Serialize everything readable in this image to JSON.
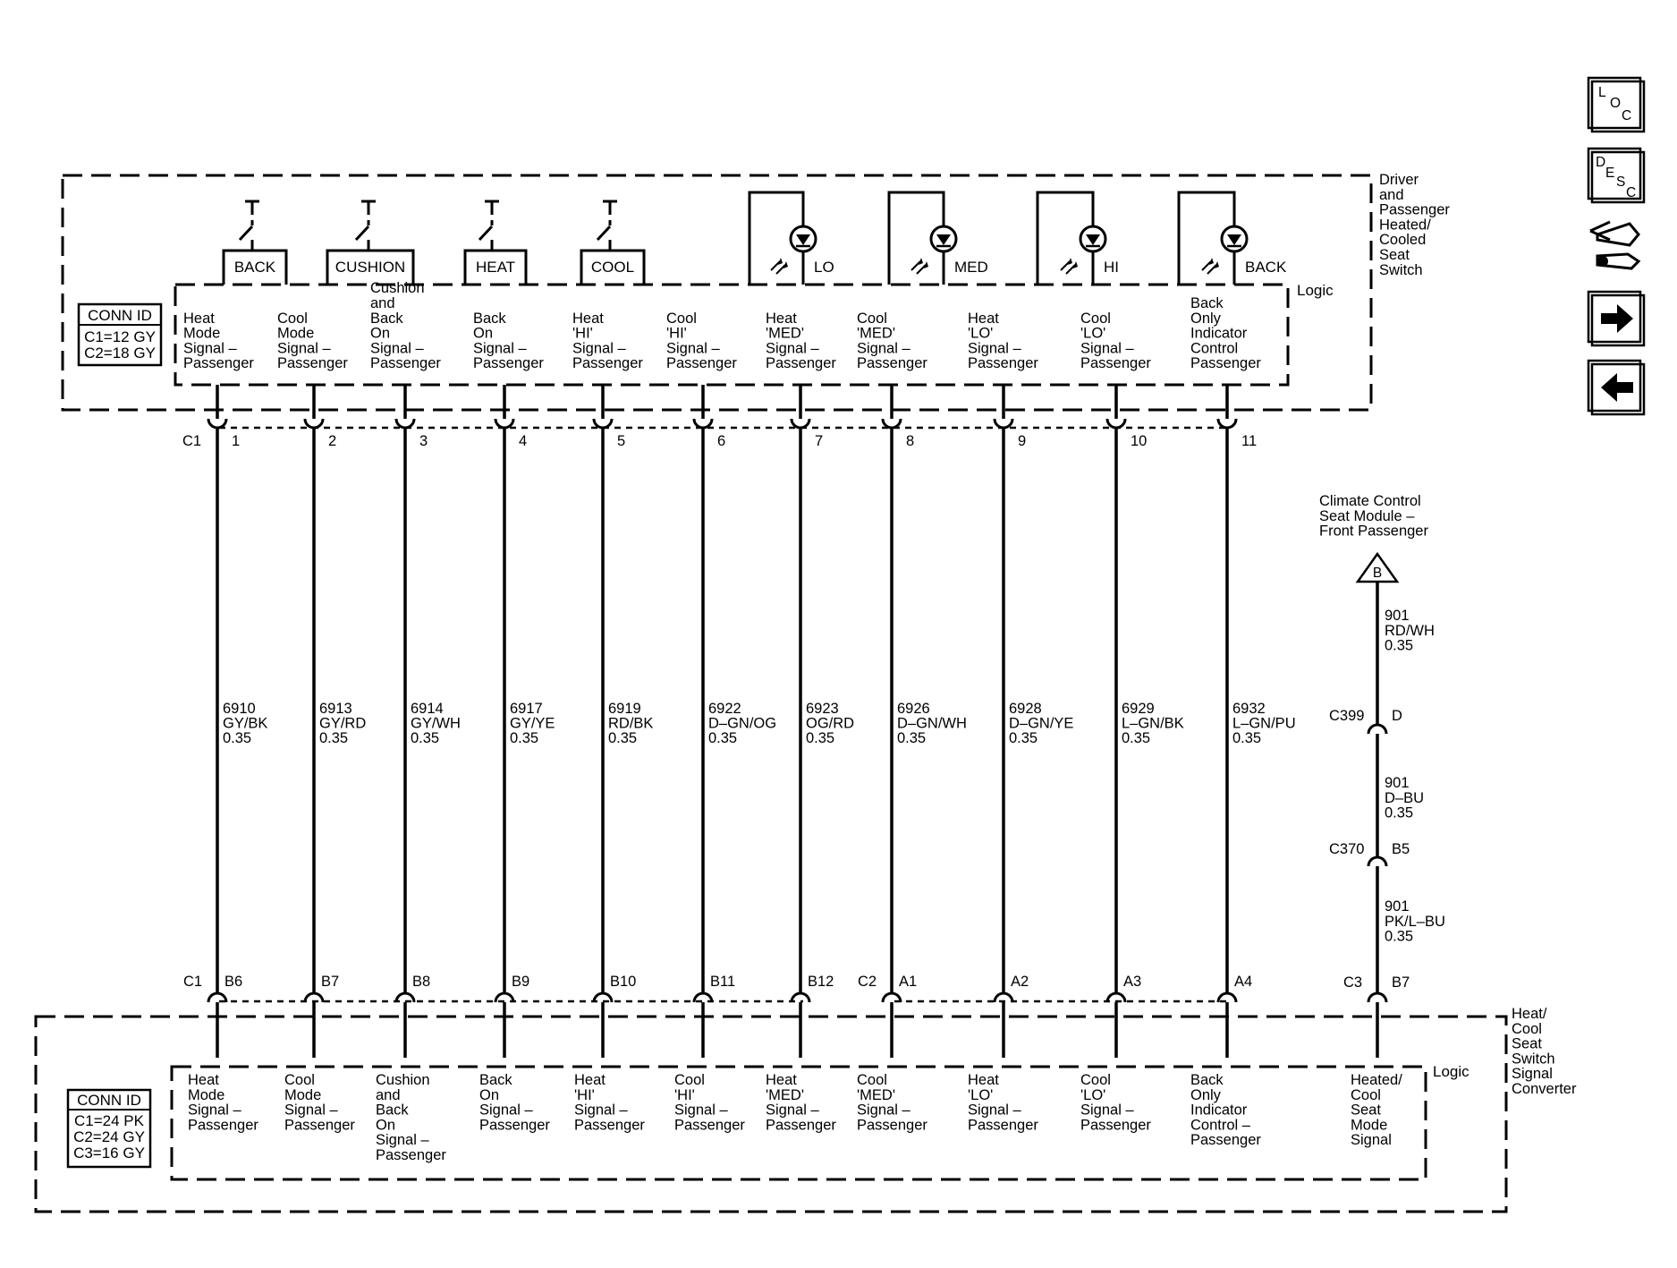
{
  "nav_icons": [
    {
      "name": "loc-icon",
      "letters": [
        "L",
        "O",
        "C"
      ]
    },
    {
      "name": "desc-icon",
      "letters": [
        "D",
        "E",
        "S",
        "C"
      ]
    },
    {
      "name": "harness-icon"
    },
    {
      "name": "arrow-right-icon",
      "glyph": "→"
    },
    {
      "name": "arrow-left-icon",
      "glyph": "←"
    }
  ],
  "top_component": {
    "title_lines": [
      "Driver",
      "and",
      "Passenger",
      "Heated/",
      "Cooled",
      "Seat",
      "Switch"
    ],
    "logic_label": "Logic",
    "conn_id": {
      "title": "CONN ID",
      "lines": [
        "C1=12 GY",
        "C2=18 GY"
      ]
    },
    "switches": [
      "BACK",
      "CUSHION",
      "HEAT",
      "COOL"
    ],
    "indicators": [
      "LO",
      "MED",
      "HI",
      "BACK"
    ],
    "connector": "C1"
  },
  "bottom_component": {
    "title_lines": [
      "Heat/",
      "Cool",
      "Seat",
      "Switch",
      "Signal",
      "Converter"
    ],
    "logic_label": "Logic",
    "conn_id": {
      "title": "CONN ID",
      "lines": [
        "C1=24 PK",
        "C2=24 GY",
        "C3=16 GY"
      ]
    }
  },
  "circuits": [
    {
      "top_pin": "1",
      "top_desc": [
        "Heat",
        "Mode",
        "Signal –",
        "Passenger"
      ],
      "circuit": "6910",
      "color": "GY/BK",
      "gauge": "0.35",
      "bottom_conn": "C1",
      "bottom_pin": "B6",
      "bottom_desc": [
        "Heat",
        "Mode",
        "Signal –",
        "Passenger"
      ]
    },
    {
      "top_pin": "2",
      "top_desc": [
        "Cool",
        "Mode",
        "Signal –",
        "Passenger"
      ],
      "circuit": "6913",
      "color": "GY/RD",
      "gauge": "0.35",
      "bottom_conn": "",
      "bottom_pin": "B7",
      "bottom_desc": [
        "Cool",
        "Mode",
        "Signal –",
        "Passenger"
      ]
    },
    {
      "top_pin": "3",
      "top_desc": [
        "Cushion",
        "and",
        "Back",
        "On",
        "Signal –",
        "Passenger"
      ],
      "circuit": "6914",
      "color": "GY/WH",
      "gauge": "0.35",
      "bottom_conn": "",
      "bottom_pin": "B8",
      "bottom_desc": [
        "Cushion",
        "and",
        "Back",
        "On",
        "Signal –",
        "Passenger"
      ]
    },
    {
      "top_pin": "4",
      "top_desc": [
        "Back",
        "On",
        "Signal –",
        "Passenger"
      ],
      "circuit": "6917",
      "color": "GY/YE",
      "gauge": "0.35",
      "bottom_conn": "",
      "bottom_pin": "B9",
      "bottom_desc": [
        "Back",
        "On",
        "Signal –",
        "Passenger"
      ]
    },
    {
      "top_pin": "5",
      "top_desc": [
        "Heat",
        "'HI'",
        "Signal –",
        "Passenger"
      ],
      "circuit": "6919",
      "color": "RD/BK",
      "gauge": "0.35",
      "bottom_conn": "",
      "bottom_pin": "B10",
      "bottom_desc": [
        "Heat",
        "'HI'",
        "Signal –",
        "Passenger"
      ]
    },
    {
      "top_pin": "6",
      "top_desc": [
        "Cool",
        "'HI'",
        "Signal –",
        "Passenger"
      ],
      "circuit": "6922",
      "color": "D–GN/OG",
      "gauge": "0.35",
      "bottom_conn": "",
      "bottom_pin": "B11",
      "bottom_desc": [
        "Cool",
        "'HI'",
        "Signal –",
        "Passenger"
      ]
    },
    {
      "top_pin": "7",
      "top_desc": [
        "Heat",
        "'MED'",
        "Signal –",
        "Passenger"
      ],
      "circuit": "6923",
      "color": "OG/RD",
      "gauge": "0.35",
      "bottom_conn": "",
      "bottom_pin": "B12",
      "bottom_desc": [
        "Heat",
        "'MED'",
        "Signal –",
        "Passenger"
      ]
    },
    {
      "top_pin": "8",
      "top_desc": [
        "Cool",
        "'MED'",
        "Signal –",
        "Passenger"
      ],
      "circuit": "6926",
      "color": "D–GN/WH",
      "gauge": "0.35",
      "bottom_conn": "C2",
      "bottom_pin": "A1",
      "bottom_desc": [
        "Cool",
        "'MED'",
        "Signal –",
        "Passenger"
      ]
    },
    {
      "top_pin": "9",
      "top_desc": [
        "Heat",
        "'LO'",
        "Signal –",
        "Passenger"
      ],
      "circuit": "6928",
      "color": "D–GN/YE",
      "gauge": "0.35",
      "bottom_conn": "",
      "bottom_pin": "A2",
      "bottom_desc": [
        "Heat",
        "'LO'",
        "Signal –",
        "Passenger"
      ]
    },
    {
      "top_pin": "10",
      "top_desc": [
        "Cool",
        "'LO'",
        "Signal –",
        "Passenger"
      ],
      "circuit": "6929",
      "color": "L–GN/BK",
      "gauge": "0.35",
      "bottom_conn": "",
      "bottom_pin": "A3",
      "bottom_desc": [
        "Cool",
        "'LO'",
        "Signal –",
        "Passenger"
      ]
    },
    {
      "top_pin": "11",
      "top_desc": [
        "Back",
        "Only",
        "Indicator",
        "Control",
        "Passenger"
      ],
      "circuit": "6932",
      "color": "L–GN/PU",
      "gauge": "0.35",
      "bottom_conn": "",
      "bottom_pin": "A4",
      "bottom_desc": [
        "Back",
        "Only",
        "Indicator",
        "Control –",
        "Passenger"
      ]
    }
  ],
  "side_circuit": {
    "source_lines": [
      "Climate Control",
      "Seat Module –",
      "Front Passenger"
    ],
    "source_ref": "B",
    "segments": [
      {
        "circuit": "901",
        "color": "RD/WH",
        "gauge": "0.35"
      },
      {
        "circuit": "901",
        "color": "D–BU",
        "gauge": "0.35"
      },
      {
        "circuit": "901",
        "color": "PK/L–BU",
        "gauge": "0.35"
      }
    ],
    "inline_connectors": [
      {
        "conn": "C399",
        "pin": "D"
      },
      {
        "conn": "C370",
        "pin": "B5"
      }
    ],
    "bottom_conn": "C3",
    "bottom_pin": "B7",
    "bottom_desc": [
      "Heated/",
      "Cool",
      "Seat",
      "Mode",
      "Signal"
    ]
  }
}
